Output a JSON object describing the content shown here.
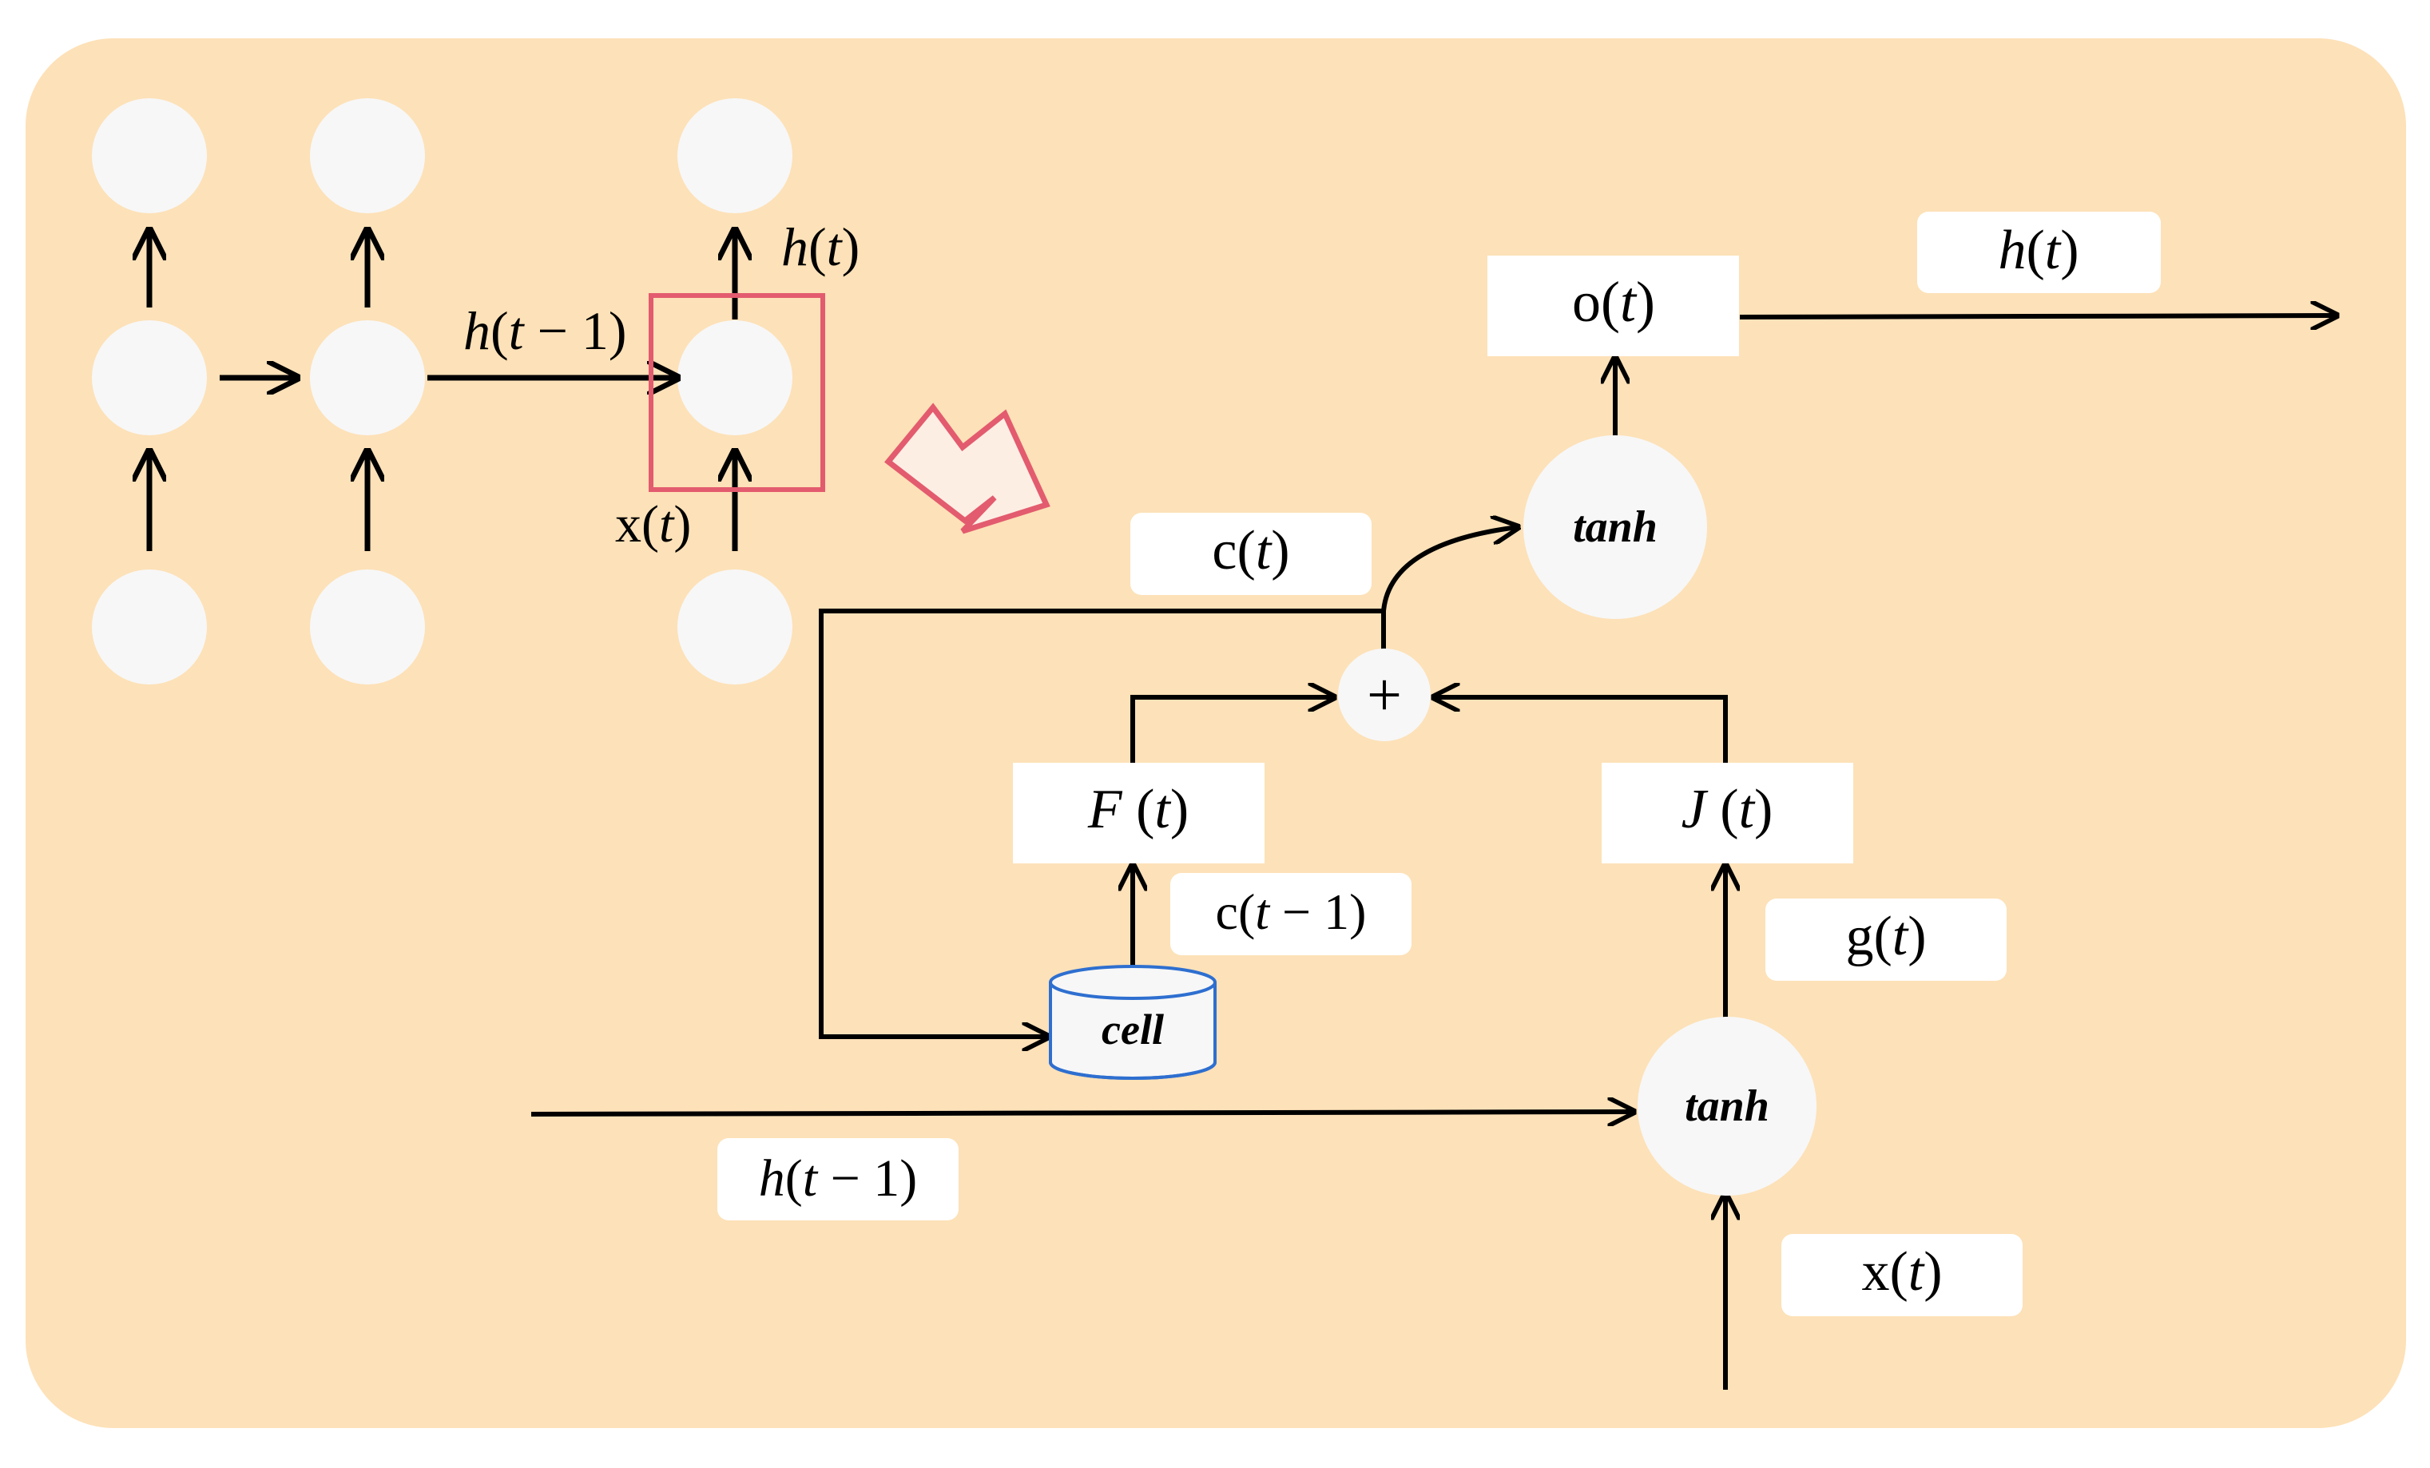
{
  "colors": {
    "panel_background": "#fde1b8",
    "node_fill": "#f7f7f7",
    "label_box_fill": "#ffffff",
    "highlight_box": "#e35b6e",
    "hollow_arrow_fill": "#fdeee4",
    "cell_outline": "#2e6fd0",
    "line": "#000000"
  },
  "rnn": {
    "hidden_prev_label": {
      "var": "h",
      "open": "(",
      "t": "t",
      "rest": " − 1)"
    },
    "output_label": {
      "var": "h",
      "open": "(",
      "t": "t",
      "close": ")"
    },
    "input_label": {
      "var": "x",
      "open": "(",
      "t": "t",
      "close": ")"
    }
  },
  "lstm": {
    "output_gate": {
      "var": "o",
      "open": "(",
      "t": "t",
      "close": ")"
    },
    "output_h": {
      "var": "h",
      "open": "(",
      "t": "t",
      "close": ")"
    },
    "cell_state": {
      "var": "c",
      "open": "(",
      "t": "t",
      "close": ")"
    },
    "tanh_top": "tanh",
    "plus": "+",
    "forget": {
      "var": "F",
      "open": " (",
      "t": "t",
      "close": ")"
    },
    "input_j": {
      "var": "J",
      "open": " (",
      "t": "t",
      "close": ")"
    },
    "cell_prev": {
      "var": "c",
      "open": "(",
      "t": "t",
      "rest": " − 1)"
    },
    "gate_g": {
      "var": "g",
      "open": "(",
      "t": "t",
      "close": ")"
    },
    "cell": "cell",
    "tanh_bottom": "tanh",
    "hidden_prev": {
      "var": "h",
      "open": "(",
      "t": "t",
      "rest": " − 1)"
    },
    "input_x": {
      "var": "x",
      "open": "(",
      "t": "t",
      "close": ")"
    }
  }
}
